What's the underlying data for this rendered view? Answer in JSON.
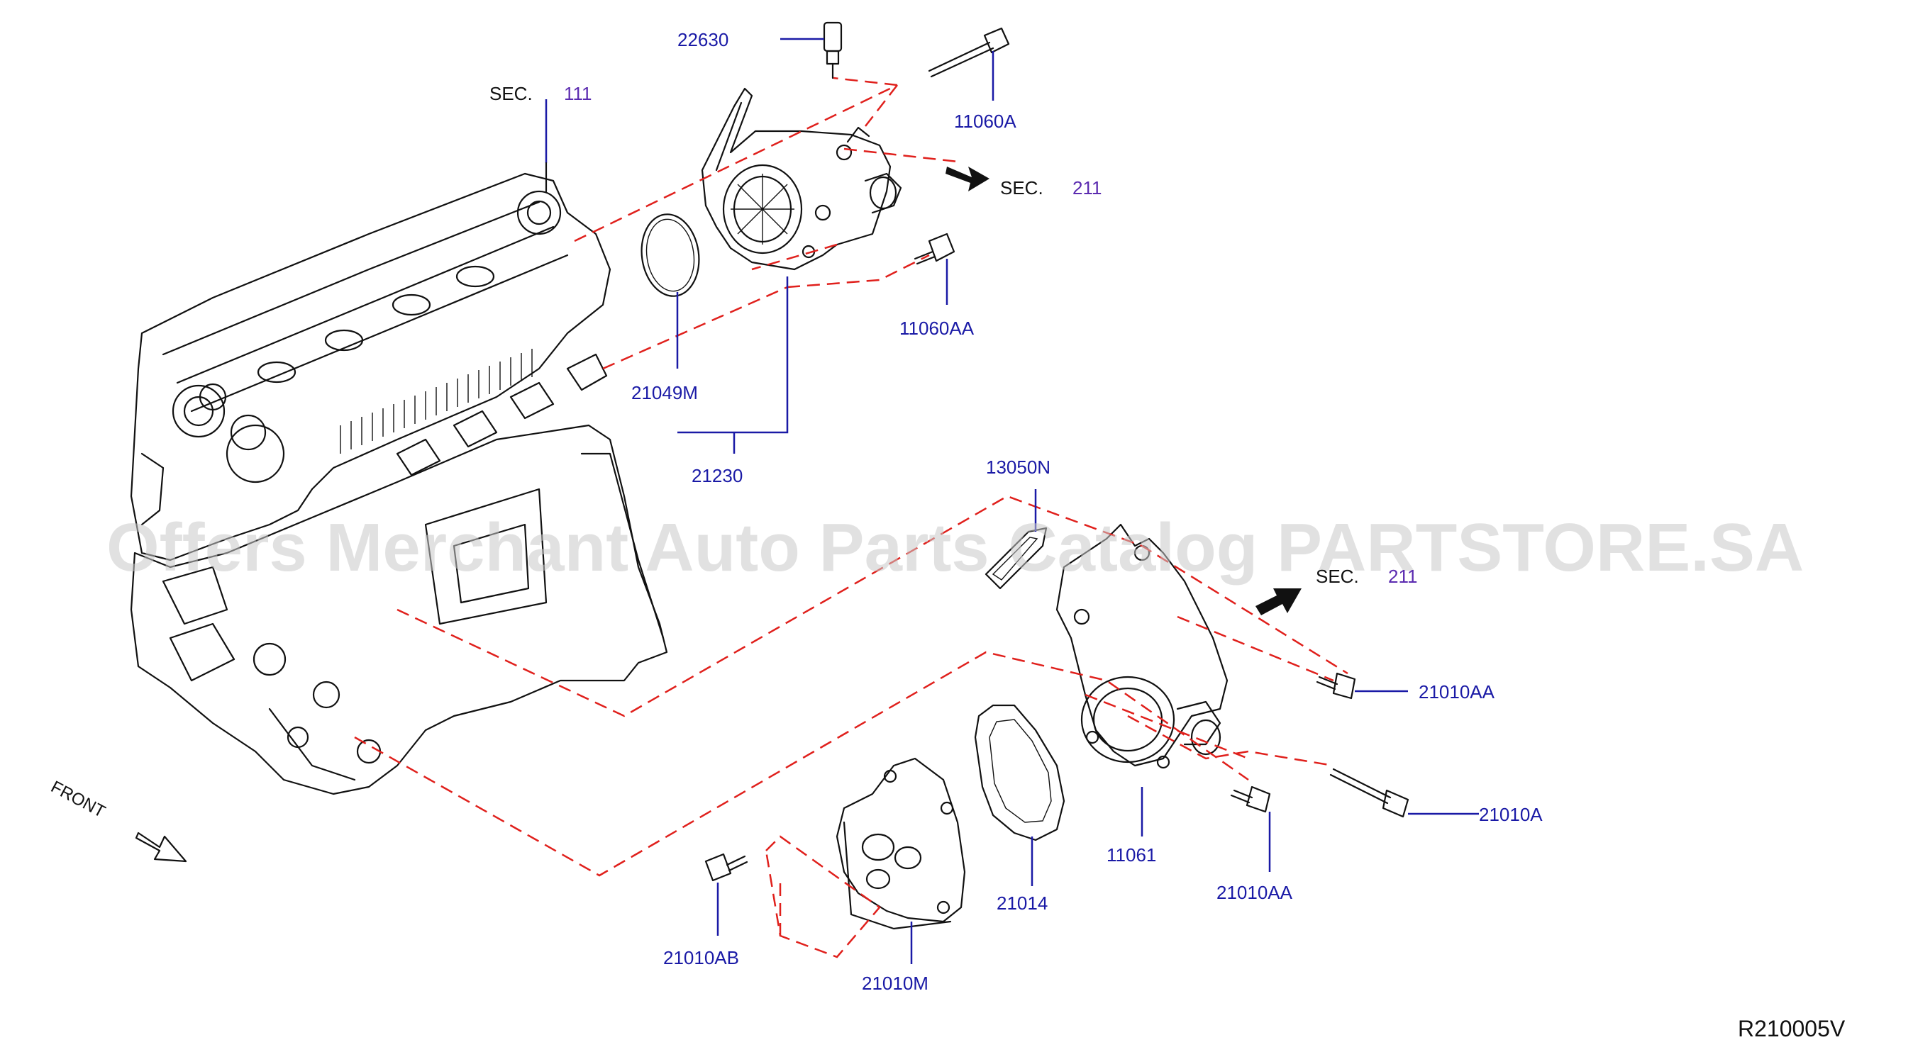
{
  "watermark": "Offers Merchant Auto Parts Catalog PARTSTORE.SA",
  "reference_code": "R210005V",
  "front_label": "FRONT",
  "section_refs": [
    {
      "word": "SEC.",
      "number": "111"
    },
    {
      "word": "SEC.",
      "number": "211"
    },
    {
      "word": "SEC.",
      "number": "211"
    }
  ],
  "parts": [
    {
      "code": "22630"
    },
    {
      "code": "11060A"
    },
    {
      "code": "11060AA"
    },
    {
      "code": "21049M"
    },
    {
      "code": "21230"
    },
    {
      "code": "13050N"
    },
    {
      "code": "21010AA"
    },
    {
      "code": "21010A"
    },
    {
      "code": "11061"
    },
    {
      "code": "21010AA"
    },
    {
      "code": "21014"
    },
    {
      "code": "21010AB"
    },
    {
      "code": "21010M"
    }
  ],
  "colors": {
    "label_blue": "#1a1aa6",
    "section_purple": "#5b2bb0",
    "dashed_red": "#e0201c",
    "line_art": "#111111"
  }
}
